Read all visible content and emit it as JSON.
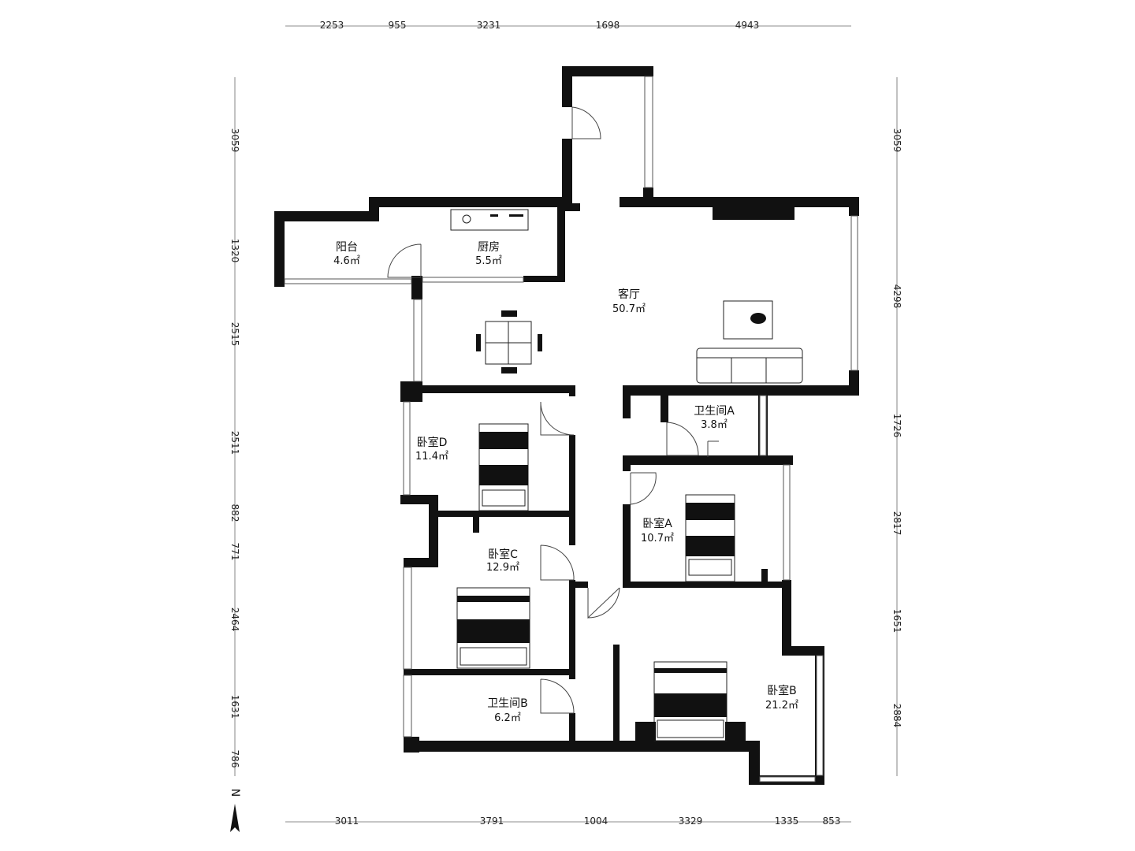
{
  "dimensions": {
    "top": [
      "2253",
      "955",
      "3231",
      "1698",
      "4943"
    ],
    "bottom": [
      "3011",
      "3791",
      "1004",
      "3329",
      "1335",
      "853"
    ],
    "left": [
      "3059",
      "1320",
      "2515",
      "2511",
      "882",
      "771",
      "2464",
      "1631",
      "786"
    ],
    "right": [
      "3059",
      "4298",
      "1726",
      "2817",
      "1651",
      "2884"
    ]
  },
  "rooms": {
    "balcony": {
      "name": "阳台",
      "area": "4.6㎡"
    },
    "kitchen": {
      "name": "厨房",
      "area": "5.5㎡"
    },
    "living": {
      "name": "客厅",
      "area": "50.7㎡"
    },
    "bath_a": {
      "name": "卫生间A",
      "area": "3.8㎡"
    },
    "bedroom_d": {
      "name": "卧室D",
      "area": "11.4㎡"
    },
    "bedroom_a": {
      "name": "卧室A",
      "area": "10.7㎡"
    },
    "bedroom_c": {
      "name": "卧室C",
      "area": "12.9㎡"
    },
    "bedroom_b": {
      "name": "卧室B",
      "area": "21.2㎡"
    },
    "bath_b": {
      "name": "卫生间B",
      "area": "6.2㎡"
    }
  },
  "compass": {
    "label": "N"
  },
  "colors": {
    "wall": "#111111",
    "background": "#ffffff"
  }
}
